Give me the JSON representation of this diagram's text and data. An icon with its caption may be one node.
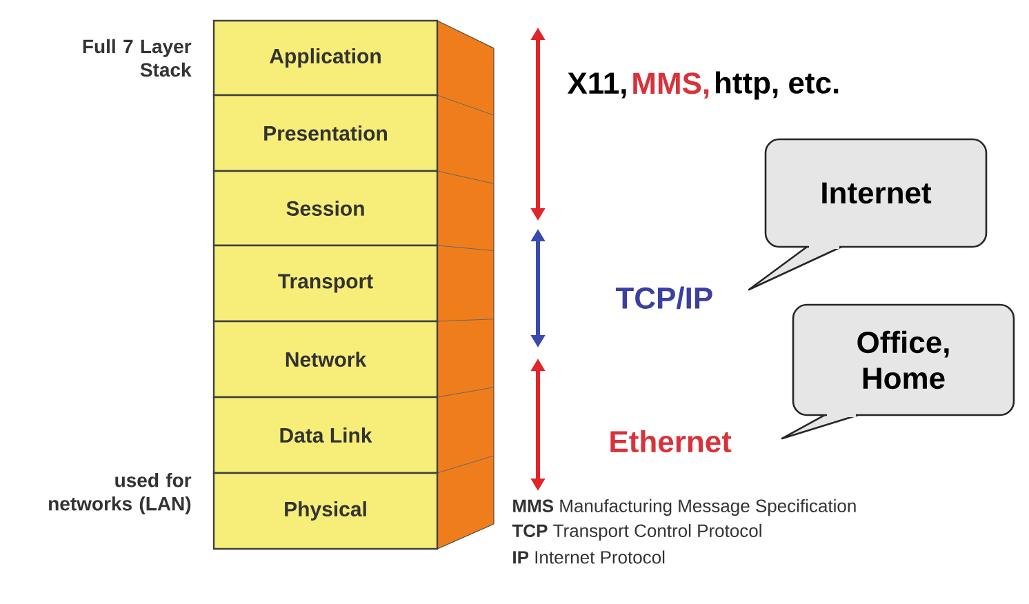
{
  "diagram": {
    "nodes": [
      {
        "text": [
          "Application"
        ]
      },
      {
        "text": [
          "Presentation"
        ]
      },
      {
        "text": [
          "Session"
        ]
      },
      {
        "text": [
          "Transport"
        ]
      },
      {
        "text": [
          "Network"
        ]
      },
      {
        "text": [
          "Data Link"
        ]
      },
      {
        "text": [
          "Physical"
        ]
      },
      {
        "text": [
          "Internet"
        ]
      },
      {
        "text": [
          "Office, Home"
        ]
      }
    ],
    "labels": [
      "Full 7 Layer Stack",
      "X11,",
      "MMS,",
      "http, etc.",
      "TCP/IP",
      "Ethernet",
      "used for networks (LAN)",
      "**MMS** Manufacturing Message Specification",
      "**TCP** Transport Control Protocol",
      "**IP** Internet Protocol"
    ]
  }
}
